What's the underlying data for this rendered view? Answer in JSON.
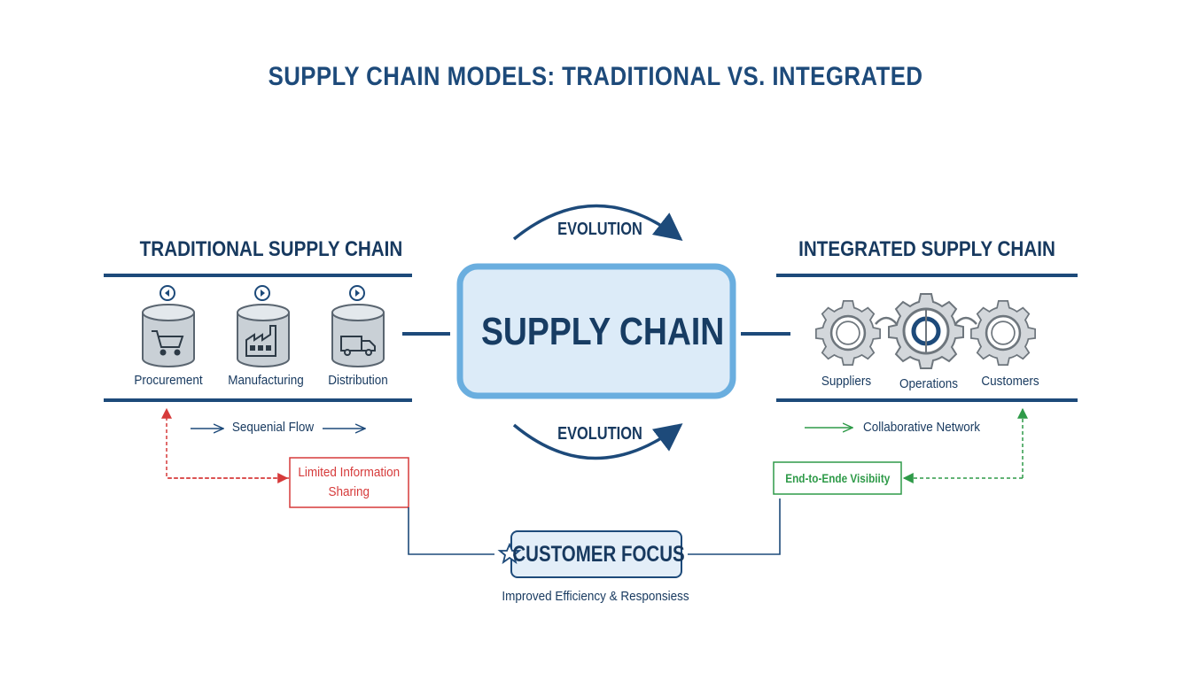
{
  "title": "SUPPLY CHAIN MODELS: TRADITIONAL VS. INTEGRATED",
  "center": {
    "label": "SUPPLY CHAIN"
  },
  "evolution": {
    "top": "EVOLUTION",
    "bottom": "EVOLUTION"
  },
  "traditional": {
    "heading": "TRADITIONAL SUPPLY CHAIN",
    "stages": [
      {
        "label": "Procurement",
        "icon": "shopping-cart-icon"
      },
      {
        "label": "Manufacturing",
        "icon": "factory-icon"
      },
      {
        "label": "Distribution",
        "icon": "delivery-truck-icon"
      }
    ],
    "flow_label": "Sequenial Flow",
    "note": {
      "line1": "Limited Information",
      "line2": "Sharing"
    }
  },
  "integrated": {
    "heading": "INTEGRATED SUPPLY CHAIN",
    "nodes": [
      {
        "label": "Suppliers",
        "icon": "gear-icon"
      },
      {
        "label": "Operations",
        "icon": "gear-icon"
      },
      {
        "label": "Customers",
        "icon": "gear-icon"
      }
    ],
    "flow_label": "Collaborative Network",
    "note": "End-to-Ende Visibiity"
  },
  "focus": {
    "label": "CUSTOMER FOCUS",
    "icon": "star-icon",
    "caption": "Improved Efficiency & Responsiess"
  },
  "colors": {
    "navy": "#1d4a7a",
    "center_fill": "#dcebf8",
    "center_border": "#6aaedf",
    "gray_icon": "#8a9299",
    "red": "#d63a3a",
    "green": "#2e9a48"
  }
}
